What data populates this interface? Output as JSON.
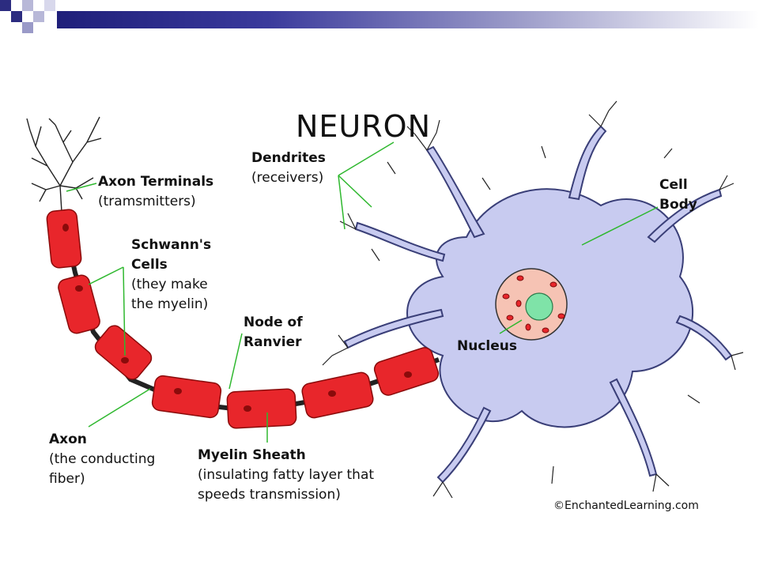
{
  "title": "NEURON",
  "labels": {
    "axon_terminals": {
      "name": "Axon Terminals",
      "desc": "(tramsmitters)"
    },
    "dendrites": {
      "name": "Dendrites",
      "desc": "(receivers)"
    },
    "cell_body": {
      "line1": "Cell",
      "line2": "Body"
    },
    "schwann": {
      "name": "Schwann's",
      "name2": "Cells",
      "desc1": "(they make",
      "desc2": "the myelin)"
    },
    "node": {
      "line1": "Node of",
      "line2": "Ranvier"
    },
    "nucleus": {
      "name": "Nucleus"
    },
    "axon": {
      "name": "Axon",
      "desc1": "(the conducting",
      "desc2": "fiber)"
    },
    "myelin": {
      "name": "Myelin Sheath",
      "desc1": "(insulating fatty layer that",
      "desc2": "speeds transmission)"
    }
  },
  "copyright": "©EnchantedLearning.com",
  "colors": {
    "myelin": "#e8262b",
    "myelin_outline": "#8a0b0b",
    "cell": "#c8cbf0",
    "cell_outline": "#3a3f78",
    "leader_line": "#2fb82f",
    "nucleus_outer": "#f6c3b4",
    "nucleus_inner": "#7fe3a8"
  }
}
